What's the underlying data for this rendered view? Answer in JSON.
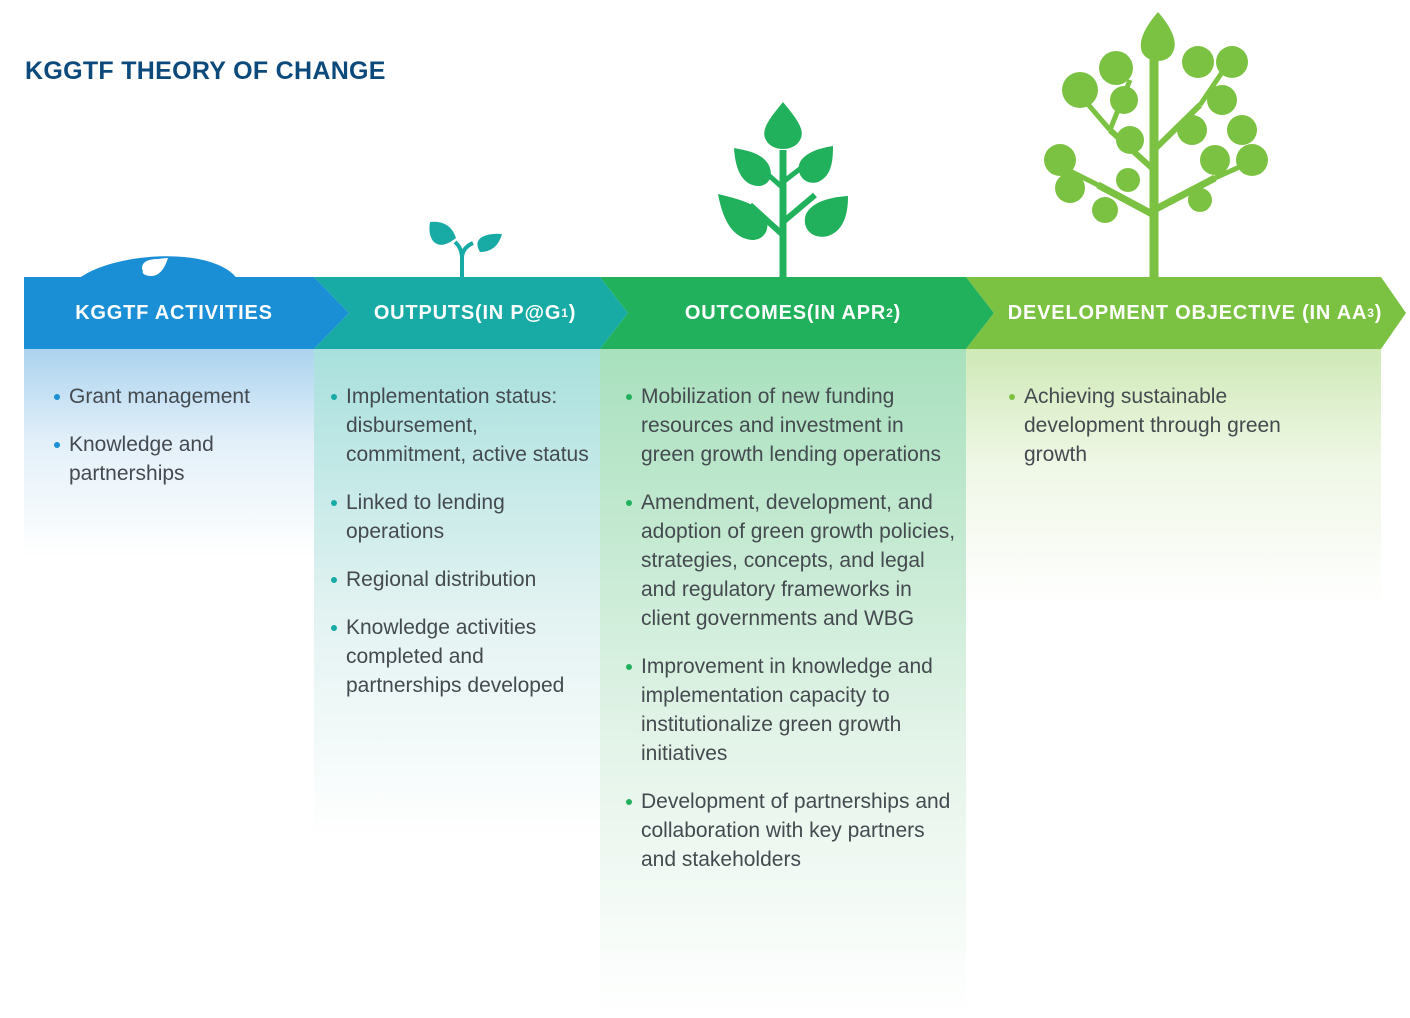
{
  "title": "KGGTF THEORY OF CHANGE",
  "colors": {
    "title": "#0c4a7c",
    "stage1": "#1a8fd6",
    "stage2": "#18aaa4",
    "stage3": "#21b15c",
    "stage4": "#7cc242",
    "text": "#444a4f"
  },
  "stages": [
    {
      "header": "KGGTF ACTIVITIES",
      "header_sup": "",
      "header_end": "",
      "icon": "droplet-icon",
      "items": [
        "Grant management",
        "Knowledge and partnerships"
      ]
    },
    {
      "header": "OUTPUTS(IN P@G",
      "header_sup": "1",
      "header_end": ")",
      "icon": "sprout-icon",
      "items": [
        "Implementation status: disbursement, commitment, active status",
        "Linked to lending operations",
        "Regional distribution",
        "Knowledge activities completed and partnerships developed"
      ]
    },
    {
      "header": "OUTCOMES(IN APR",
      "header_sup": "2",
      "header_end": ")",
      "icon": "plant-icon",
      "items": [
        "Mobilization of new funding resources and investment in green growth lending operations",
        "Amendment, development, and adoption of green growth policies, strategies, concepts, and legal and regulatory frameworks in client governments and WBG",
        "Improvement in knowledge and implementation capacity to institutionalize green growth initiatives",
        "Development of partnerships and collaboration with key partners and stakeholders"
      ]
    },
    {
      "header": "DEVELOPMENT OBJECTIVE (IN AA",
      "header_sup": "3",
      "header_end": ")",
      "icon": "tree-icon",
      "items": [
        "Achieving sustainable development through green growth"
      ]
    }
  ]
}
